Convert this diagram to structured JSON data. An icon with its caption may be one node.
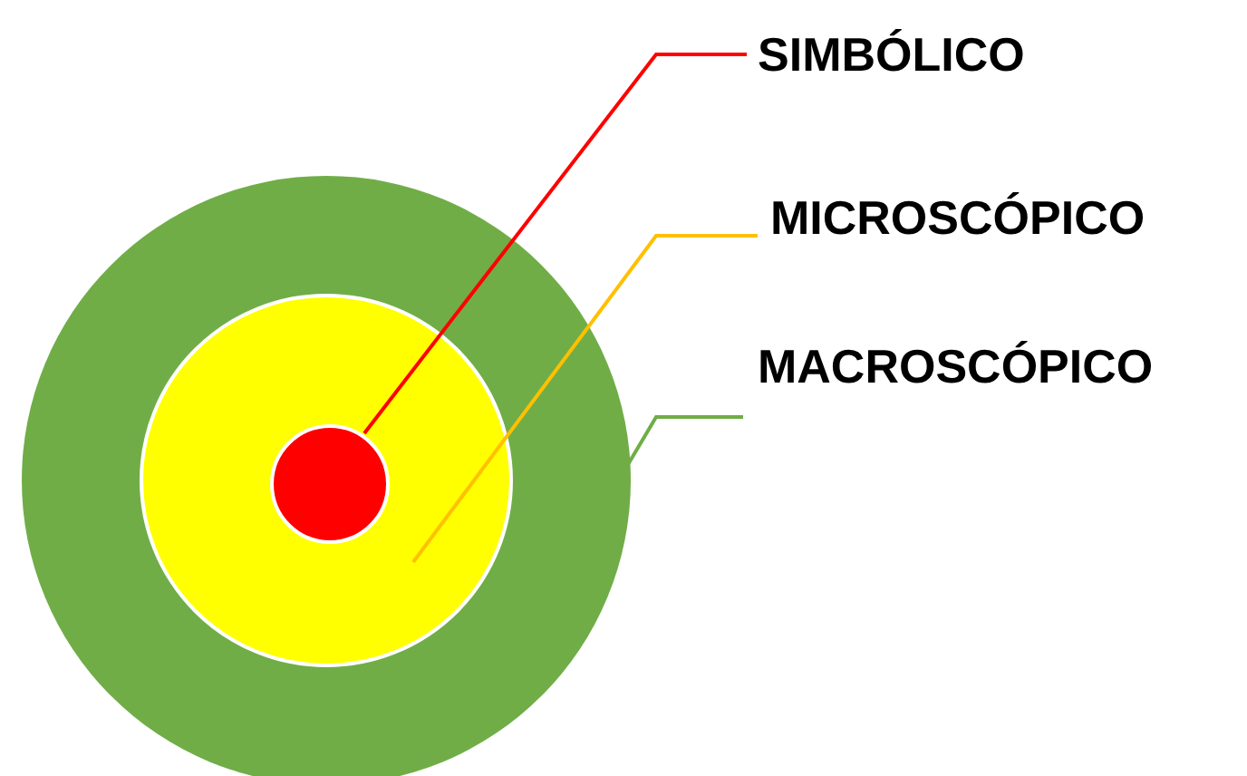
{
  "diagram": {
    "nodes": [
      {
        "text": [],
        "shape": "circle"
      },
      {
        "text": [],
        "shape": "circle",
        "in": 0
      },
      {
        "text": [],
        "shape": "circle",
        "in": 1
      },
      {
        "text": [
          "SIMBÓLICO"
        ]
      },
      {
        "text": [
          "MICROSCÓPICO"
        ]
      },
      {
        "text": [
          "MACROSCÓPICO"
        ]
      }
    ],
    "edges": [
      {
        "from": 3,
        "to": 2,
        "arrow": "none",
        "color": "#ff0000"
      },
      {
        "from": 4,
        "to": 1,
        "arrow": "none",
        "color": "#ffc000"
      },
      {
        "from": 5,
        "to": 0,
        "arrow": "none",
        "color": "#70ad47"
      }
    ]
  }
}
